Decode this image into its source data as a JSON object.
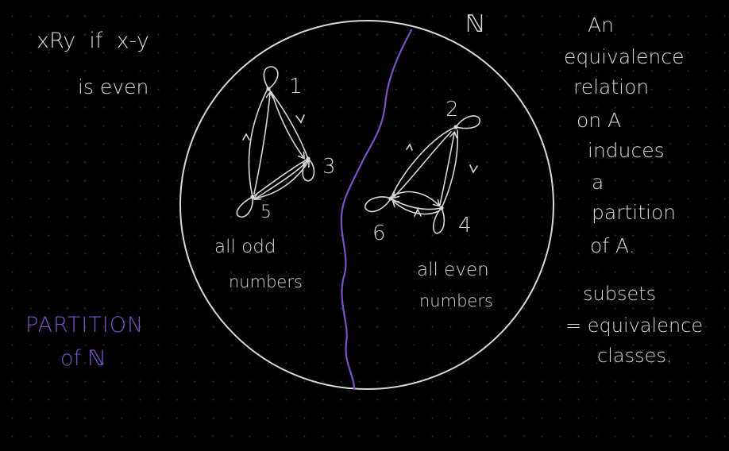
{
  "colors": {
    "background": "#000000",
    "grid_dot": "#2e2e34",
    "ink": "#d8d8d8",
    "purple": "#7a52c8"
  },
  "relation": {
    "line1": "xRy  if  x-y",
    "line2": "is even"
  },
  "set_label": "ℕ",
  "nodes": {
    "n1": "1",
    "n2": "2",
    "n3": "3",
    "n4": "4",
    "n5": "5",
    "n6": "6"
  },
  "odd_class": {
    "line1": "all odd",
    "line2": "numbers"
  },
  "even_class": {
    "line1": "all even",
    "line2": "numbers"
  },
  "partition_title": {
    "line1": "PARTITION",
    "line2": "of ℕ"
  },
  "statement": [
    "An",
    "equivalence",
    "relation",
    "on A",
    "induces",
    "a",
    "partition",
    "of A."
  ],
  "note": {
    "line1": "subsets",
    "line2": "= equivalence",
    "line3": "classes."
  }
}
